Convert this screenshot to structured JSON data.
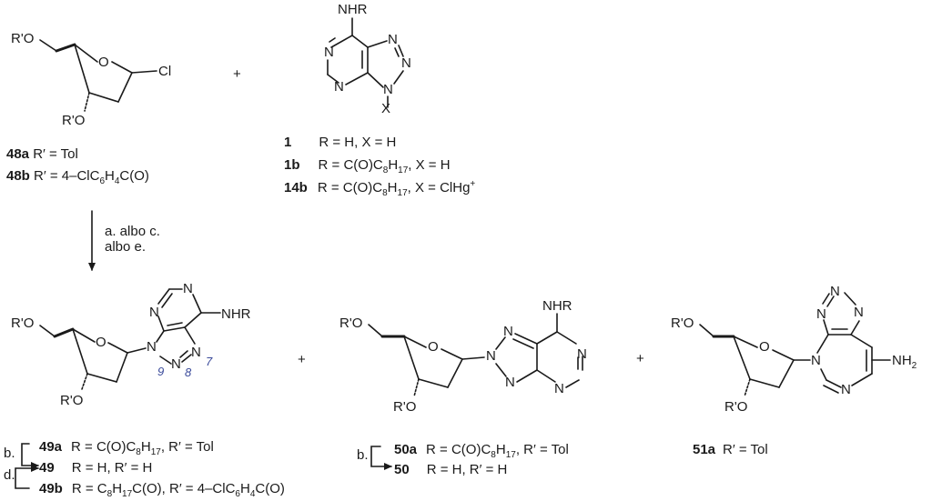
{
  "plus": "+",
  "reagents": {
    "line1": "a. albo c.",
    "line2": "albo e."
  },
  "atoms": {
    "O": "O",
    "Cl": "Cl",
    "N": "N",
    "NHR": "NHR",
    "NH2": "NH",
    "NH2_sub": "2",
    "X": "X",
    "RO_top": "R'O",
    "RO_bottom": "R'O"
  },
  "positions": {
    "n7": "7",
    "n8": "8",
    "n9": "9"
  },
  "compound48": {
    "a_id": "48a",
    "a_def": "R′ = Tol",
    "b_id": "48b",
    "b_def_pre": "R′ = 4–ClC",
    "b_sub1": "6",
    "b_mid": "H",
    "b_sub2": "4",
    "b_post": "C(O)"
  },
  "compound1": {
    "c1_id": "1",
    "c1_def": "R = H,  X = H",
    "c1b_id": "1b",
    "c1b_pre": "R = C(O)C",
    "c1b_sub1": "8",
    "c1b_mid": "H",
    "c1b_sub2": "17",
    "c1b_post": ",  X = H",
    "c14b_id": "14b",
    "c14b_pre": "R = C(O)C",
    "c14b_sub1": "8",
    "c14b_mid": "H",
    "c14b_sub2": "17",
    "c14b_post": ",  X = ClHg",
    "c14b_sup": "+"
  },
  "compound49": {
    "step_b": "b.",
    "step_d": "d.",
    "a_id": "49a",
    "a_pre": "R = C(O)C",
    "a_sub1": "8",
    "a_mid": "H",
    "a_sub2": "17",
    "a_post": ", R′ = Tol",
    "id": "49",
    "def": "R = H,  R′ = H",
    "b_id": "49b",
    "b_pre": "R = C",
    "b_sub1": "8",
    "b_mid": "H",
    "b_sub2": "17",
    "b_mid2": "C(O), R′ = 4–ClC",
    "b_sub3": "6",
    "b_mid3": "H",
    "b_sub4": "4",
    "b_post": "C(O)"
  },
  "compound50": {
    "step_b": "b.",
    "a_id": "50a",
    "a_pre": "R = C(O)C",
    "a_sub1": "8",
    "a_mid": "H",
    "a_sub2": "17",
    "a_post": ", R′ = Tol",
    "id": "50",
    "def": "R = H,  R′ = H"
  },
  "compound51": {
    "a_id": "51a",
    "a_def": "R′ = Tol"
  }
}
